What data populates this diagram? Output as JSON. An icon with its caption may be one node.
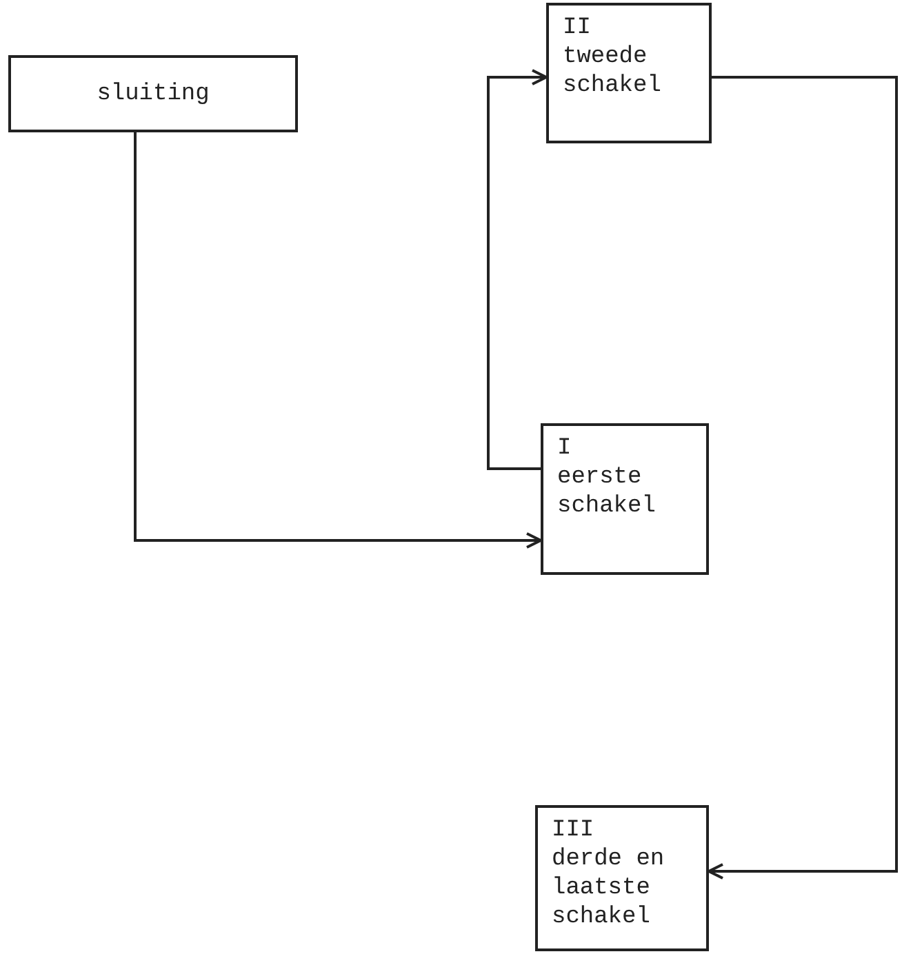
{
  "diagram": {
    "nodes": [
      {
        "text": [
          "sluiting"
        ]
      },
      {
        "text": [
          "II",
          "tweede schakel"
        ]
      },
      {
        "text": [
          "I",
          "eerste schakel"
        ]
      },
      {
        "text": [
          "III",
          "derde en laatste schakel"
        ]
      }
    ],
    "edges": [
      {
        "from": 0,
        "to": 2,
        "arrow": "to"
      },
      {
        "from": 2,
        "to": 1,
        "arrow": "to"
      },
      {
        "from": 1,
        "to": 3,
        "arrow": "to"
      }
    ]
  }
}
